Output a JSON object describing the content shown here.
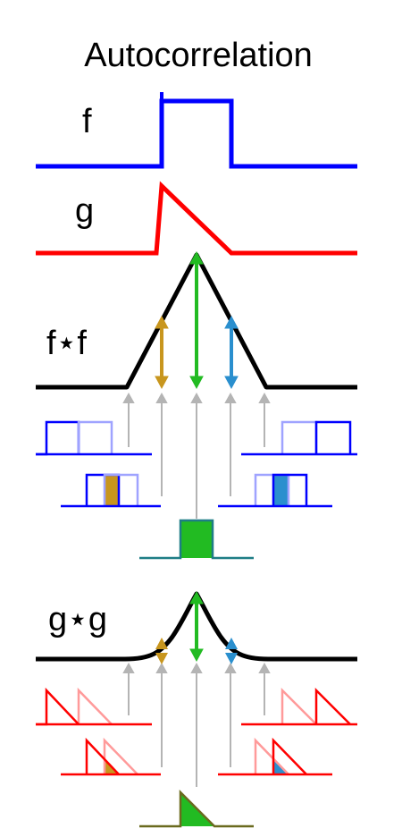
{
  "title": "Autocorrelation",
  "labels": {
    "f": "f",
    "g": "g",
    "f_star_f": "f⋆f",
    "g_star_g": "g⋆g"
  },
  "colors": {
    "f": "#0000ff",
    "f_light": "#9fa3ff",
    "g": "#ff0000",
    "g_light": "#ff9a9a",
    "result": "#000000",
    "arrow_left": "#c8961e",
    "arrow_center": "#22bb22",
    "arrow_right": "#2a8fce",
    "guide": "#b4b4b4",
    "overlap_fill": "#22bb22",
    "overlap_edge_f": "#1e7d86",
    "overlap_edge_g": "#6a6a1e"
  }
}
